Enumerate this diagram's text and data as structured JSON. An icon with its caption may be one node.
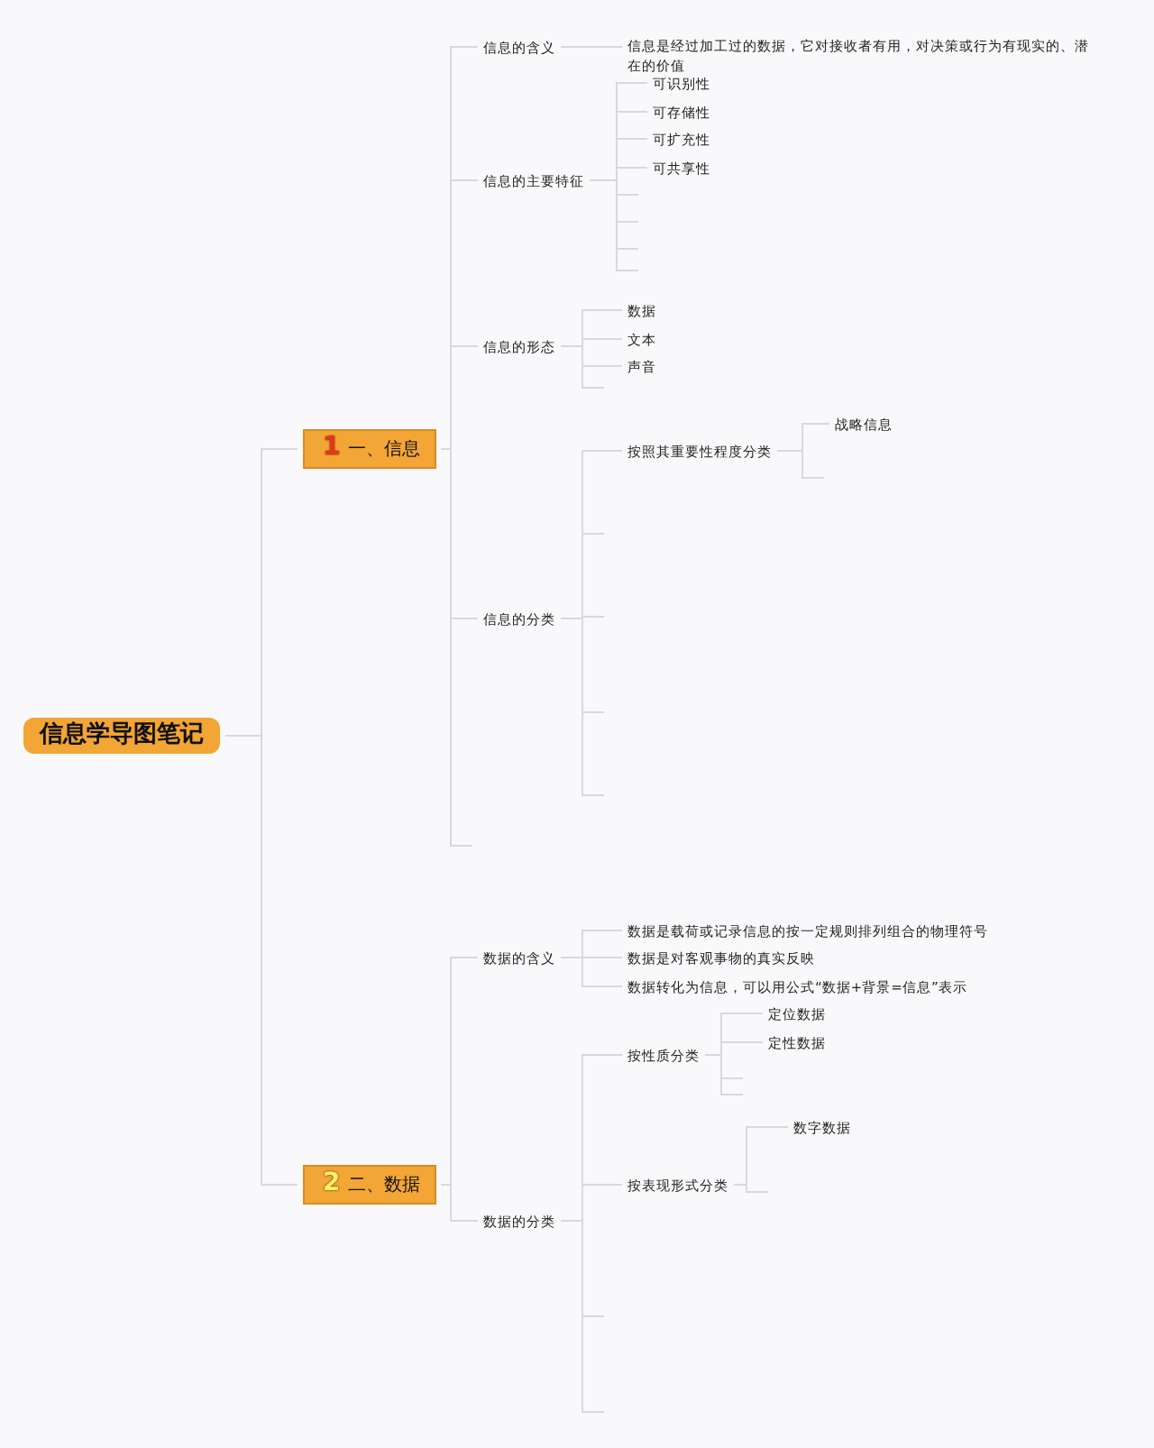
{
  "diagram": {
    "nodes": [
      {
        "text": [
          "信息学导图笔记"
        ]
      },
      {
        "text": [
          "1",
          "一、信息"
        ]
      },
      {
        "text": [
          "信息的含义"
        ]
      },
      {
        "text": [
          "信息是经过加工过的数据，它对接收者有用，对决策或行为有现实的、潜在的价值"
        ]
      },
      {
        "text": [
          "信息的主要特征"
        ]
      },
      {
        "text": [
          "可识别性"
        ]
      },
      {
        "text": [
          "可存储性"
        ]
      },
      {
        "text": [
          "可扩充性"
        ]
      },
      {
        "text": [
          "可共享性"
        ]
      },
      {
        "text": [
          "信息的形态"
        ]
      },
      {
        "text": [
          "数据"
        ]
      },
      {
        "text": [
          "文本"
        ]
      },
      {
        "text": [
          "声音"
        ]
      },
      {
        "text": [
          "信息的分类"
        ]
      },
      {
        "text": [
          "按照其重要性程度分类"
        ]
      },
      {
        "text": [
          "战略信息"
        ]
      },
      {
        "text": [
          "2",
          "二、数据"
        ]
      },
      {
        "text": [
          "数据的含义"
        ]
      },
      {
        "text": [
          "数据是载荷或记录信息的按一定规则排列组合的物理符号"
        ]
      },
      {
        "text": [
          "数据是对客观事物的真实反映"
        ]
      },
      {
        "text": [
          "数据转化为信息，可以用公式“数据+背景=信息”表示"
        ]
      },
      {
        "text": [
          "数据的分类"
        ]
      },
      {
        "text": [
          "按性质分类"
        ]
      },
      {
        "text": [
          "定位数据"
        ]
      },
      {
        "text": [
          "定性数据"
        ]
      },
      {
        "text": [
          "按表现形式分类"
        ]
      },
      {
        "text": [
          "数字数据"
        ]
      }
    ],
    "edges": [
      {
        "from": 0,
        "to": 1,
        "arrow": "none"
      },
      {
        "from": 0,
        "to": 16,
        "arrow": "none"
      },
      {
        "from": 1,
        "to": 2,
        "arrow": "none"
      },
      {
        "from": 1,
        "to": 4,
        "arrow": "none"
      },
      {
        "from": 1,
        "to": 9,
        "arrow": "none"
      },
      {
        "from": 1,
        "to": 13,
        "arrow": "none"
      },
      {
        "from": 2,
        "to": 3,
        "arrow": "none"
      },
      {
        "from": 4,
        "to": 5,
        "arrow": "none"
      },
      {
        "from": 4,
        "to": 6,
        "arrow": "none"
      },
      {
        "from": 4,
        "to": 7,
        "arrow": "none"
      },
      {
        "from": 4,
        "to": 8,
        "arrow": "none"
      },
      {
        "from": 9,
        "to": 10,
        "arrow": "none"
      },
      {
        "from": 9,
        "to": 11,
        "arrow": "none"
      },
      {
        "from": 9,
        "to": 12,
        "arrow": "none"
      },
      {
        "from": 13,
        "to": 14,
        "arrow": "none"
      },
      {
        "from": 14,
        "to": 15,
        "arrow": "none"
      },
      {
        "from": 16,
        "to": 17,
        "arrow": "none"
      },
      {
        "from": 16,
        "to": 21,
        "arrow": "none"
      },
      {
        "from": 17,
        "to": 18,
        "arrow": "none"
      },
      {
        "from": 17,
        "to": 19,
        "arrow": "none"
      },
      {
        "from": 17,
        "to": 20,
        "arrow": "none"
      },
      {
        "from": 21,
        "to": 22,
        "arrow": "none"
      },
      {
        "from": 21,
        "to": 25,
        "arrow": "none"
      },
      {
        "from": 22,
        "to": 23,
        "arrow": "none"
      },
      {
        "from": 22,
        "to": 24,
        "arrow": "none"
      },
      {
        "from": 25,
        "to": 26,
        "arrow": "none"
      }
    ]
  }
}
